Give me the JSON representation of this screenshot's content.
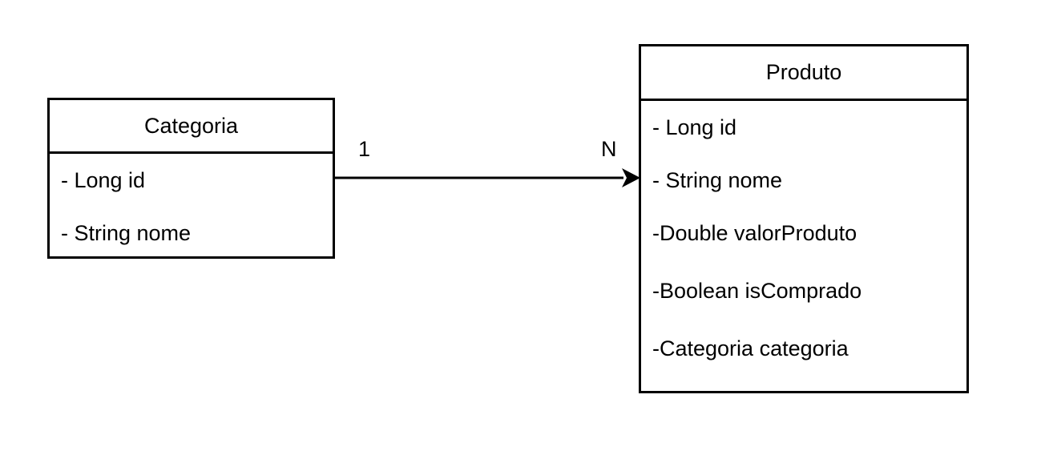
{
  "classes": {
    "categoria": {
      "name": "Categoria",
      "attributes": [
        "- Long id",
        "- String nome"
      ]
    },
    "produto": {
      "name": "Produto",
      "attributes": [
        "- Long id",
        "- String nome",
        "-Double valorProduto",
        "-Boolean isComprado",
        "-Categoria categoria"
      ]
    }
  },
  "association": {
    "source_multiplicity": "1",
    "target_multiplicity": "N"
  }
}
